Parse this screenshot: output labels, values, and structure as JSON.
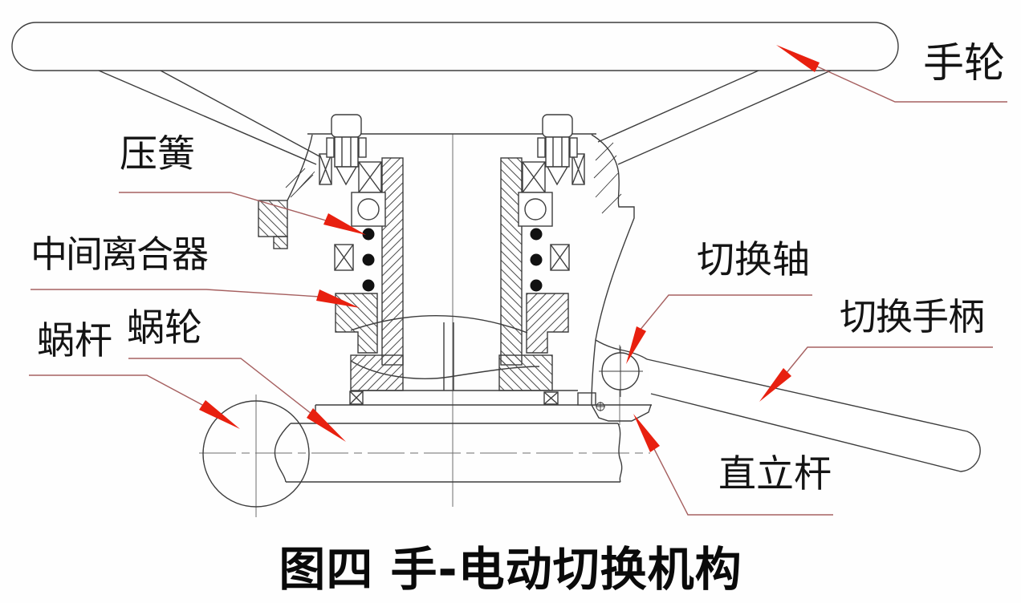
{
  "figure": {
    "title": "图四 手-电动切换机构",
    "labels": {
      "handwheel": "手轮",
      "compression_spring": "压簧",
      "intermediate_clutch": "中间离合器",
      "worm": "蜗杆",
      "worm_wheel": "蜗轮",
      "switching_shaft": "切换轴",
      "switching_handle": "切换手柄",
      "vertical_rod": "直立杆"
    },
    "colors": {
      "background": "#ffffff",
      "drawing_line": "#3d3d3d",
      "centerline": "#6e6e6e",
      "leader_line": "#a66060",
      "arrow": "#e8200f",
      "text": "#141414"
    }
  }
}
